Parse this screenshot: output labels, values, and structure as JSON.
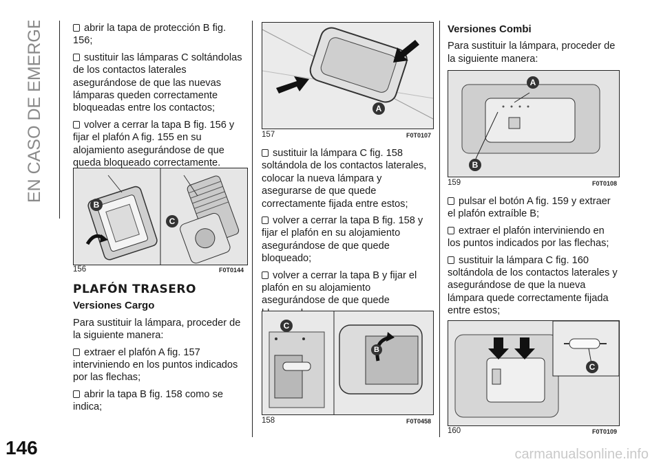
{
  "header": {
    "side_title": "EN CASO DE EMERGENCIA",
    "page_number": "146"
  },
  "col1": {
    "bullets": [
      "abrir la tapa de protección B fig. 156;",
      "sustituir las lámparas C soltándolas de los contactos laterales asegurándose de que las nuevas lámparas queden correctamente bloqueadas entre los contactos;",
      "volver a cerrar la tapa B fig. 156 y fijar el plafón A fig. 155 en su alojamiento asegurándose de que queda bloqueado correctamente."
    ],
    "fig156": {
      "number": "156",
      "code": "F0T0144"
    },
    "section_title": "PLAFÓN TRASERO",
    "subsection": "Versiones Cargo",
    "intro": "Para sustituir la lámpara, proceder de la siguiente manera:",
    "bullets2": [
      "extraer el plafón A fig. 157 interviniendo en los puntos indicados por las flechas;",
      "abrir la tapa B fig. 158 como se indica;"
    ]
  },
  "col2": {
    "fig157": {
      "number": "157",
      "code": "F0T0107"
    },
    "bullets": [
      "sustituir la lámpara C fig. 158 soltándola de los contactos laterales, colocar la nueva lámpara y asegurarse de que quede correctamente fijada entre estos;",
      "volver a cerrar la tapa B fig. 158 y fijar el plafón en su alojamiento asegurándose de que quede bloqueado;",
      "volver a cerrar la tapa B y fijar el plafón en su alojamiento asegurándose de que quede bloqueado."
    ],
    "fig158": {
      "number": "158",
      "code": "F0T0458"
    }
  },
  "col3": {
    "subsection": "Versiones Combi",
    "intro": "Para sustituir la lámpara, proceder de la siguiente manera:",
    "fig159": {
      "number": "159",
      "code": "F0T0108"
    },
    "bullets": [
      "pulsar el botón A fig. 159 y extraer el plafón extraíble B;",
      "extraer el plafón interviniendo en los puntos indicados por las flechas;",
      "sustituir la lámpara C fig. 160 soltándola de los contactos laterales y asegurándose de que la nueva lámpara quede correctamente fijada entre estos;"
    ],
    "fig160": {
      "number": "160",
      "code": "F0T0109"
    }
  },
  "labels": {
    "A": "A",
    "B": "B",
    "C": "C"
  },
  "watermark": "carmanualsonline.info",
  "colors": {
    "badge": "#333333",
    "figure_bg": "#e7e7e7",
    "side_title": "#8a8a8a"
  }
}
